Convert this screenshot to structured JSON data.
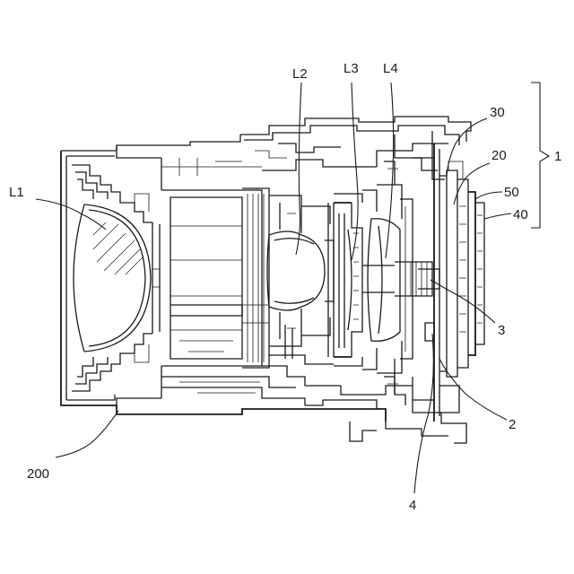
{
  "labels": {
    "l1": "L1",
    "l2": "L2",
    "l3": "L3",
    "l4": "L4",
    "n1": "1",
    "n2": "2",
    "n3": "3",
    "n4": "4",
    "n20": "20",
    "n30": "30",
    "n40": "40",
    "n50": "50",
    "n200": "200"
  }
}
